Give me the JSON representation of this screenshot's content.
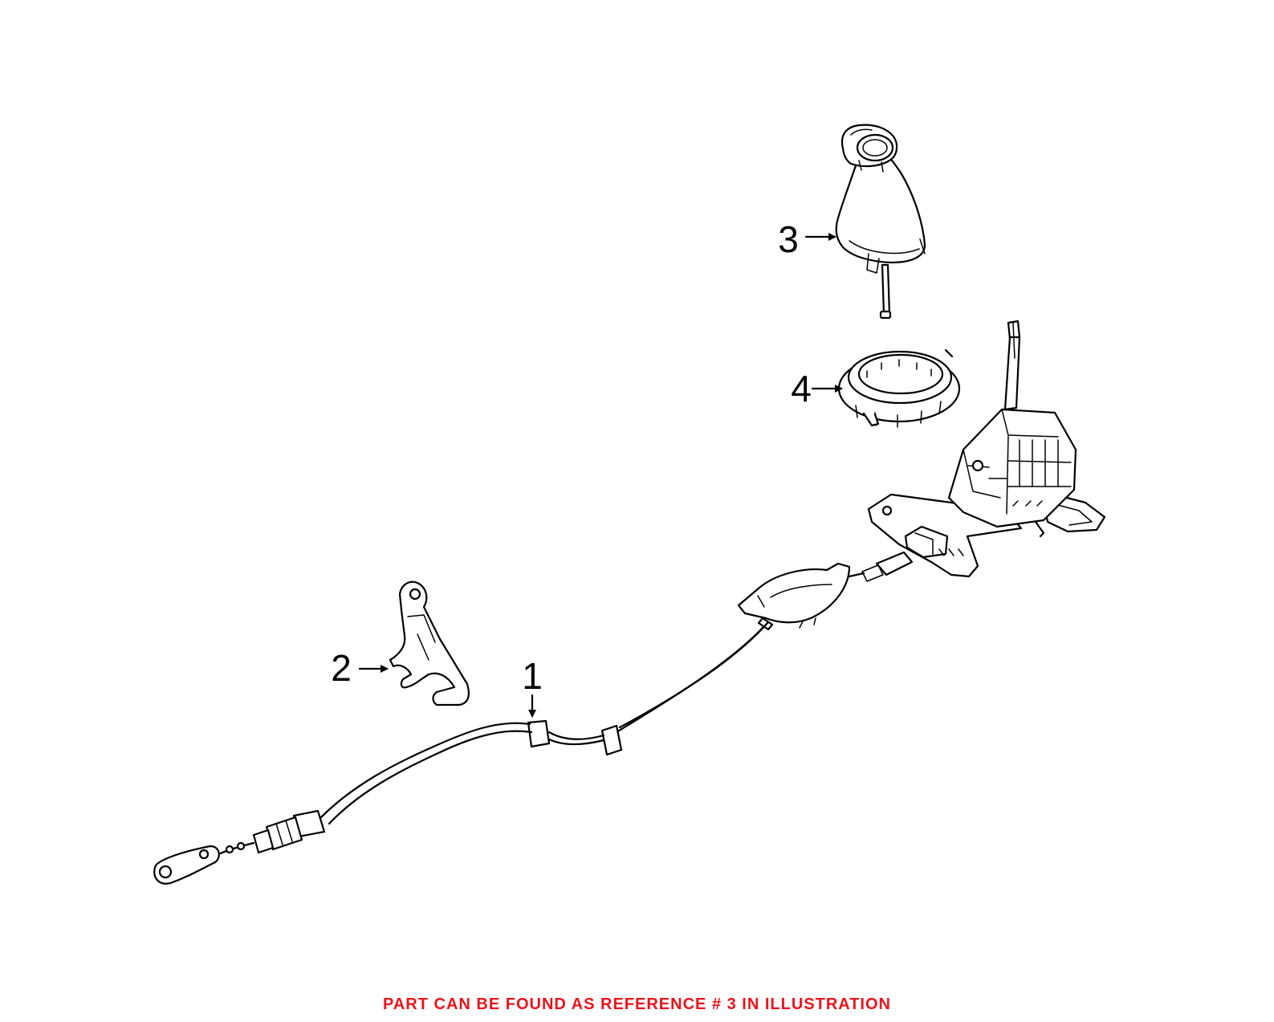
{
  "callouts": [
    {
      "label": "1"
    },
    {
      "label": "2"
    },
    {
      "label": "3"
    },
    {
      "label": "4"
    }
  ],
  "footer": {
    "note": "PART CAN BE FOUND AS REFERENCE # 3 IN ILLUSTRATION",
    "color": "#e8141b"
  }
}
